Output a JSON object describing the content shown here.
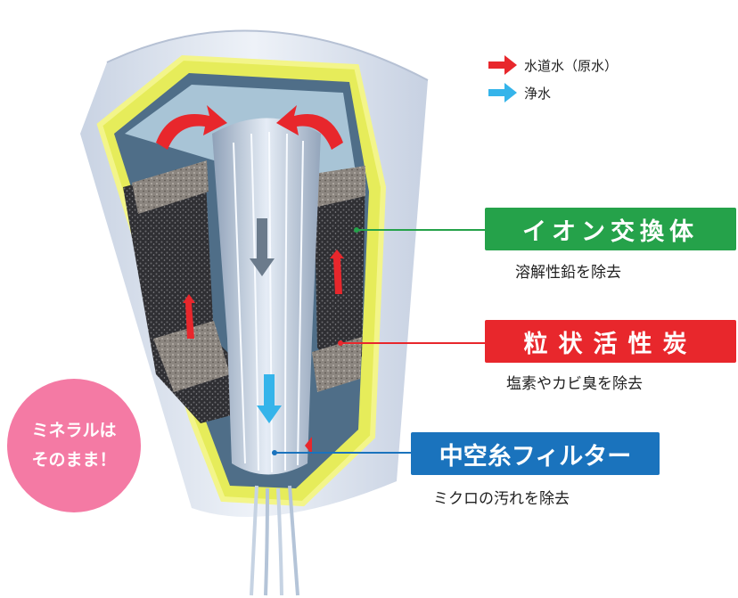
{
  "legend": {
    "tap_water": {
      "label": "水道水（原水）",
      "color": "#e8272c"
    },
    "purified_water": {
      "label": "浄水",
      "color": "#35b4ea"
    }
  },
  "layers": [
    {
      "title": "イオン交換体",
      "description": "溶解性鉛を除去",
      "color": "#25a24a"
    },
    {
      "title": "粒状活性炭",
      "description": "塩素やカビ臭を除去",
      "color": "#e8272c"
    },
    {
      "title": "中空糸フィルター",
      "description": "ミクロの汚れを除去",
      "color": "#1a73bd"
    }
  ],
  "badge": {
    "line1": "ミネラルは",
    "line2": "そのまま！",
    "color": "#f47aa4"
  }
}
